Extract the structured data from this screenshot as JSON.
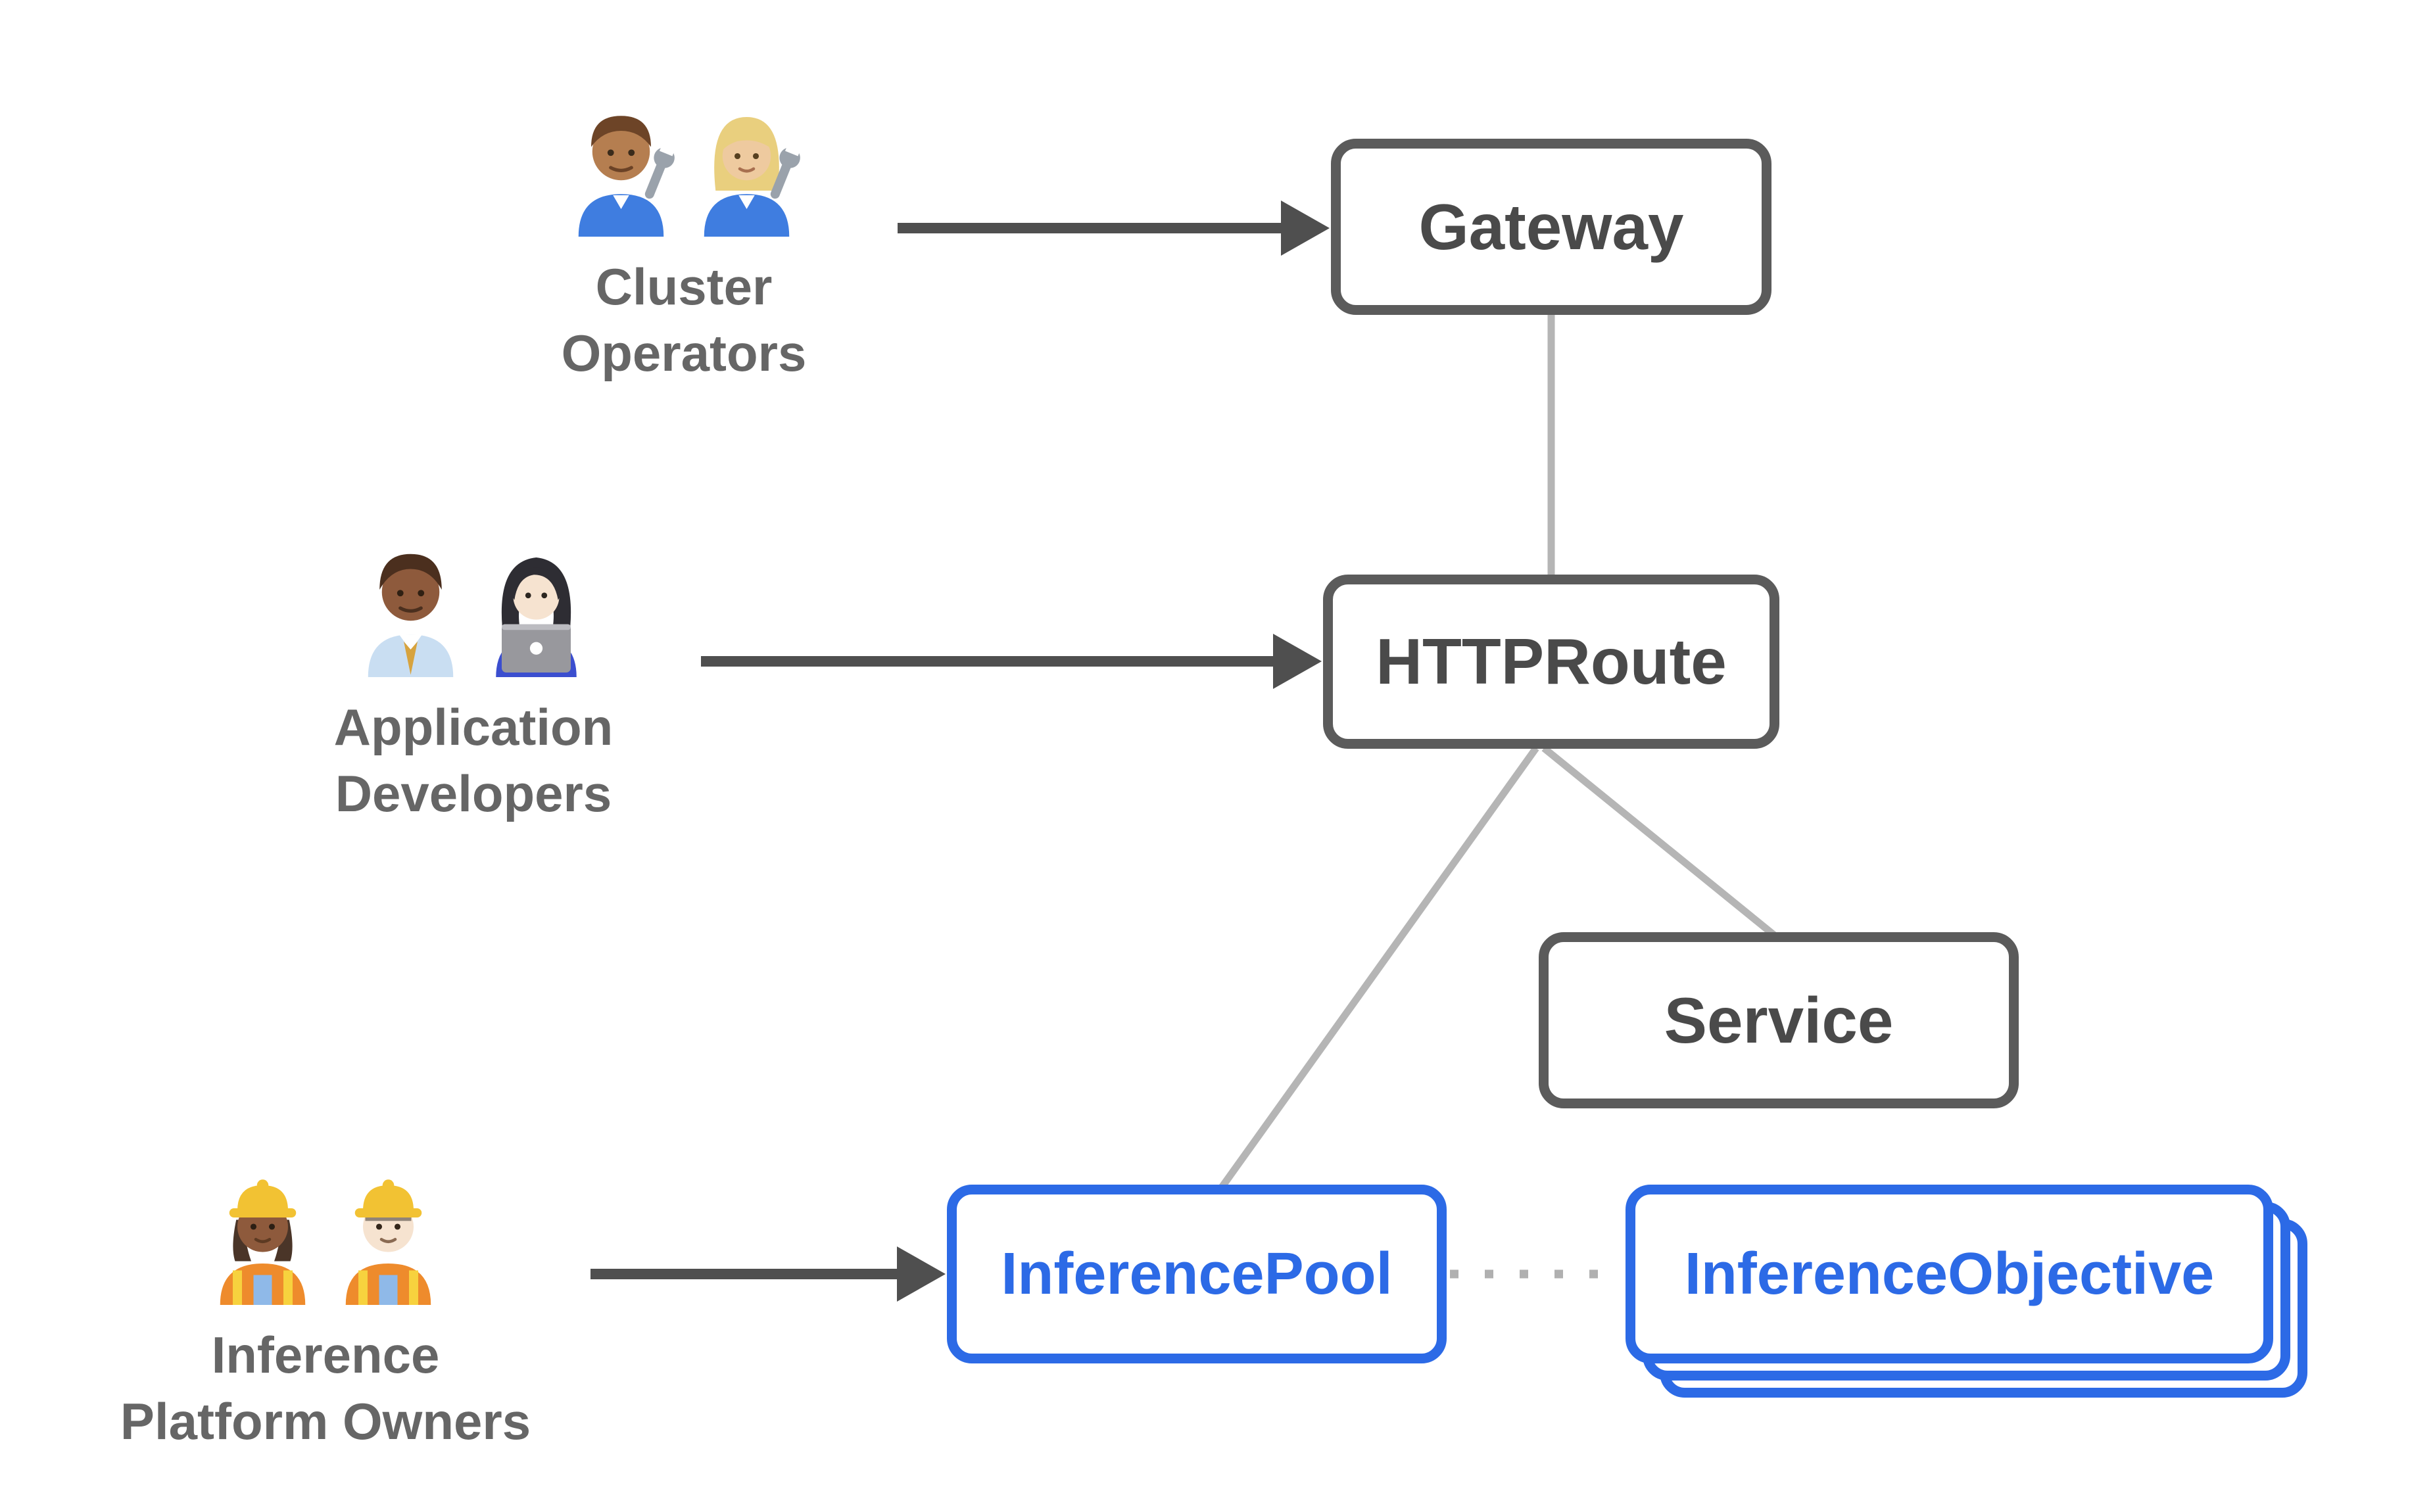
{
  "title": "Gateway API inference extension personas and resources diagram",
  "colors": {
    "gray_box_border": "#5b5b5b",
    "gray_box_text": "#4a4a4a",
    "actor_label_text": "#666666",
    "connector_line": "#b5b5b5",
    "dotted_line": "#b0b0b0",
    "arrow": "#4f4f4f",
    "blue_accent": "#2c6ae6",
    "background": "#ffffff"
  },
  "actors": [
    {
      "id": "cluster-operators",
      "label_lines": [
        "Cluster",
        "Operators"
      ],
      "icons": [
        "man-mechanic",
        "woman-mechanic"
      ]
    },
    {
      "id": "application-developers",
      "label_lines": [
        "Application",
        "Developers"
      ],
      "icons": [
        "man-office-worker",
        "woman-technologist"
      ]
    },
    {
      "id": "inference-platform-owners",
      "label_lines": [
        "Inference",
        "Platform Owners"
      ],
      "icons": [
        "woman-construction-worker",
        "man-construction-worker"
      ]
    }
  ],
  "nodes": {
    "gateway": {
      "label": "Gateway",
      "style": "gray"
    },
    "httproute": {
      "label": "HTTPRoute",
      "style": "gray"
    },
    "service": {
      "label": "Service",
      "style": "gray"
    },
    "inference_pool": {
      "label": "InferencePool",
      "style": "blue"
    },
    "inference_objective": {
      "label": "InferenceObjective",
      "style": "blue-stacked"
    }
  },
  "edges": [
    {
      "from": "cluster-operators",
      "to": "gateway",
      "type": "solid-arrow"
    },
    {
      "from": "application-developers",
      "to": "httproute",
      "type": "solid-arrow"
    },
    {
      "from": "inference-platform-owners",
      "to": "inference_pool",
      "type": "solid-arrow"
    },
    {
      "from": "gateway",
      "to": "httproute",
      "type": "plain-line"
    },
    {
      "from": "httproute",
      "to": "inference_pool",
      "type": "plain-line"
    },
    {
      "from": "httproute",
      "to": "service",
      "type": "plain-line"
    },
    {
      "from": "inference_pool",
      "to": "inference_objective",
      "type": "dotted-line"
    }
  ]
}
